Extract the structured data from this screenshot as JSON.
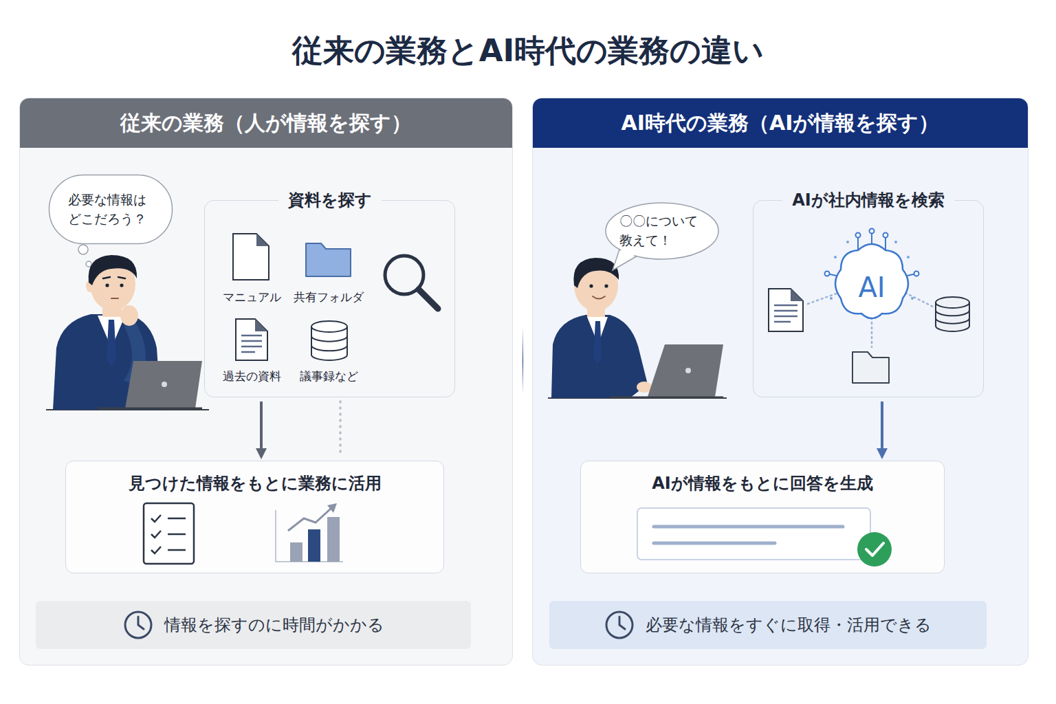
{
  "diagram": {
    "title": "従来の業務とAI時代の業務の違い",
    "nodes": [
      {
        "text": [
          "従来の業務（人が情報を探す）"
        ]
      },
      {
        "text": [
          "必要な情報は どこだろう？"
        ],
        "in": 0
      },
      {
        "text": [
          "資料を探す"
        ],
        "in": 0
      },
      {
        "text": [
          "見つけた情報をもとに業務に活用"
        ],
        "in": 0
      },
      {
        "text": [
          "情報を探すのに時間がかかる"
        ],
        "in": 0
      },
      {
        "text": [
          "AI時代の業務（AIが情報を探す）"
        ]
      },
      {
        "text": [
          "〇〇について 教えて！"
        ],
        "in": 5
      },
      {
        "text": [
          "AIが社内情報を検索"
        ],
        "in": 5
      },
      {
        "text": [
          "AIが情報をもとに回答を生成"
        ],
        "in": 5
      },
      {
        "text": [
          "必要な情報をすぐに取得・活用できる"
        ],
        "in": 5
      }
    ],
    "edges": [
      {
        "from": 0,
        "to": 5,
        "arrow": "to"
      },
      {
        "from": 2,
        "to": 3,
        "arrow": "to"
      },
      {
        "from": 2,
        "to": 3,
        "arrow": "none"
      },
      {
        "from": 7,
        "to": 8,
        "arrow": "to"
      }
    ],
    "labels": [
      "マニュアル",
      "共有フォルダ",
      "過去の資料",
      "議事録など",
      "AI"
    ]
  }
}
